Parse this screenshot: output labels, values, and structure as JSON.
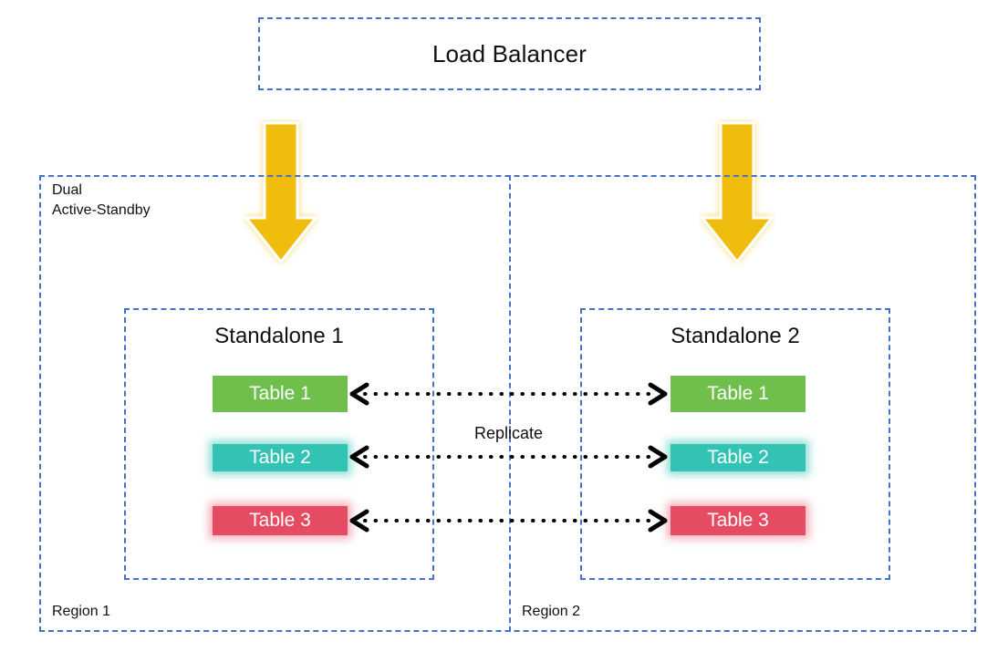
{
  "diagram": {
    "title": "Dual Active-Standby multi-region standalone replication topology",
    "colors": {
      "dashed_border": "#4472C4",
      "arrow_fill": "#F0BC0E",
      "table1": "#70BF4C",
      "table2": "#33C3B5",
      "table3": "#E54B62",
      "text": "#101010",
      "background": "#FFFFFF"
    }
  },
  "load_balancer": {
    "label": "Load Balancer"
  },
  "outer_region": {
    "label": "Dual\nActive-Standby"
  },
  "regions": [
    {
      "label": "Region 1"
    },
    {
      "label": "Region 2"
    }
  ],
  "standalones": [
    {
      "title": "Standalone 1",
      "tables": [
        {
          "label": "Table 1",
          "color": "#70BF4C"
        },
        {
          "label": "Table 2",
          "color": "#33C3B5"
        },
        {
          "label": "Table 3",
          "color": "#E54B62"
        }
      ]
    },
    {
      "title": "Standalone 2",
      "tables": [
        {
          "label": "Table 1",
          "color": "#70BF4C"
        },
        {
          "label": "Table 2",
          "color": "#33C3B5"
        },
        {
          "label": "Table 3",
          "color": "#E54B62"
        }
      ]
    }
  ],
  "replication": {
    "label": "Replicate",
    "direction": "bidirectional",
    "count": 3
  },
  "flow_arrows": [
    {
      "name": "load-balancer-to-standalone-1",
      "direction": "down"
    },
    {
      "name": "load-balancer-to-standalone-2",
      "direction": "down"
    }
  ]
}
